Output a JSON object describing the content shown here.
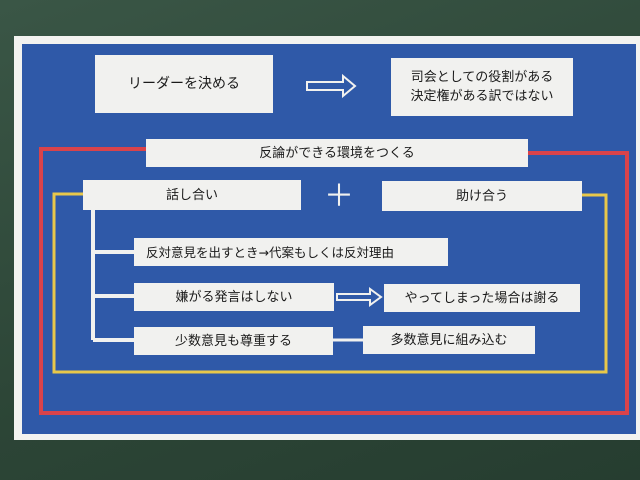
{
  "diagram": {
    "top_left": "リーダーを決める",
    "top_right_line1": "司会としての役割がある",
    "top_right_line2": "決定権がある訳ではない",
    "banner": "反論ができる環境をつくる",
    "left_header": "話し合い",
    "plus": "＋",
    "right_header": "助け合う",
    "item1": "反対意見を出すとき→代案もしくは反対理由",
    "item2": "嫌がる発言はしない",
    "item2_result": "やってしまった場合は謝る",
    "item3": "少数意見も尊重する",
    "item3_result": "多数意見に組み込む"
  },
  "colors": {
    "paper_blue": "#2f59a8",
    "outer_frame": "#d9434b",
    "inner_frame": "#e8c84a",
    "box": "#f1f1ef"
  }
}
